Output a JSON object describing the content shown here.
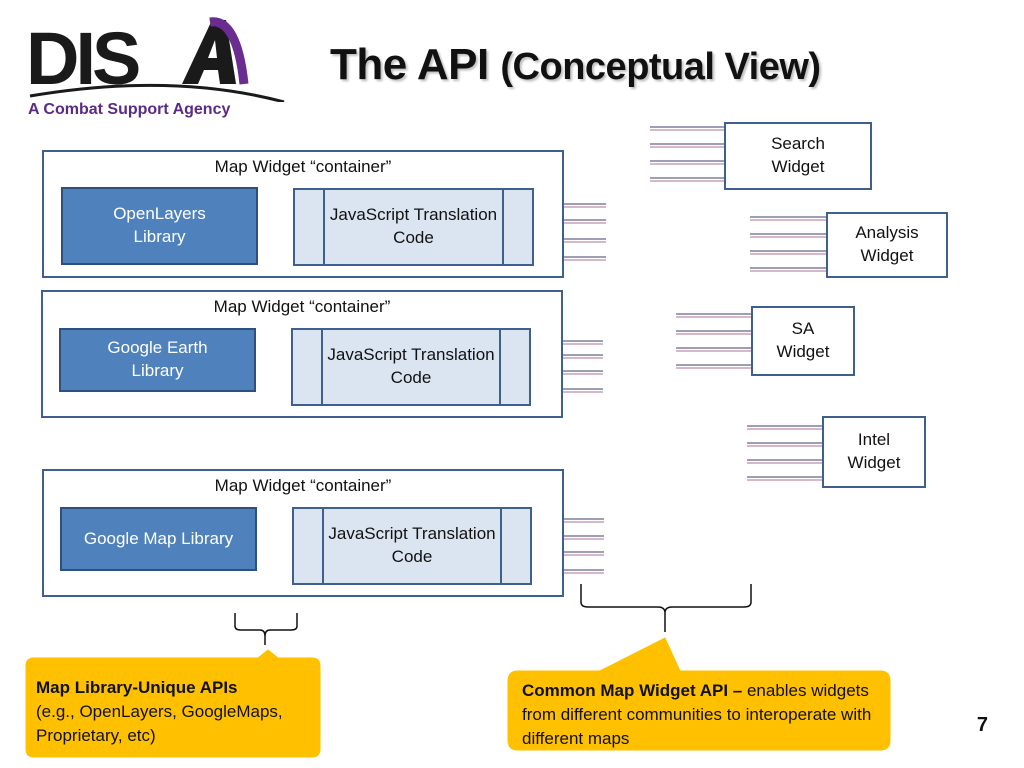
{
  "header": {
    "logo_text": "DISA",
    "tagline": "A Combat Support Agency",
    "title_main": "The API",
    "title_sub": "(Conceptual View)"
  },
  "containers": [
    {
      "label": "Map Widget “container”",
      "library": "OpenLayers Library",
      "translation": "JavaScript Translation Code",
      "connector_color": "#e00000"
    },
    {
      "label": "Map Widget “container”",
      "library": "Google Earth Library",
      "translation": "JavaScript Translation Code",
      "connector_color": "#1aa84a"
    },
    {
      "label": "Map Widget “container”",
      "library": "Google Map Library",
      "translation": "JavaScript Translation Code",
      "connector_color": "#1a5fe0"
    }
  ],
  "widgets": [
    {
      "label": "Search Widget"
    },
    {
      "label": "Analysis Widget"
    },
    {
      "label": "SA Widget"
    },
    {
      "label": "Intel Widget"
    }
  ],
  "callouts": {
    "left": {
      "bold": "Map Library-Unique APIs",
      "rest": "(e.g., OpenLayers, GoogleMaps, Proprietary, etc)"
    },
    "right": {
      "bold": "Common Map Widget API –",
      "rest": " enables widgets from different communities to interoperate with different maps"
    }
  },
  "page_number": "7",
  "colors": {
    "library_fill": "#4f81bd",
    "translation_fill": "#dbe5f1",
    "callout_fill": "#ffc000",
    "tagline": "#5b2a86",
    "api_line": "#c8a0b4"
  }
}
